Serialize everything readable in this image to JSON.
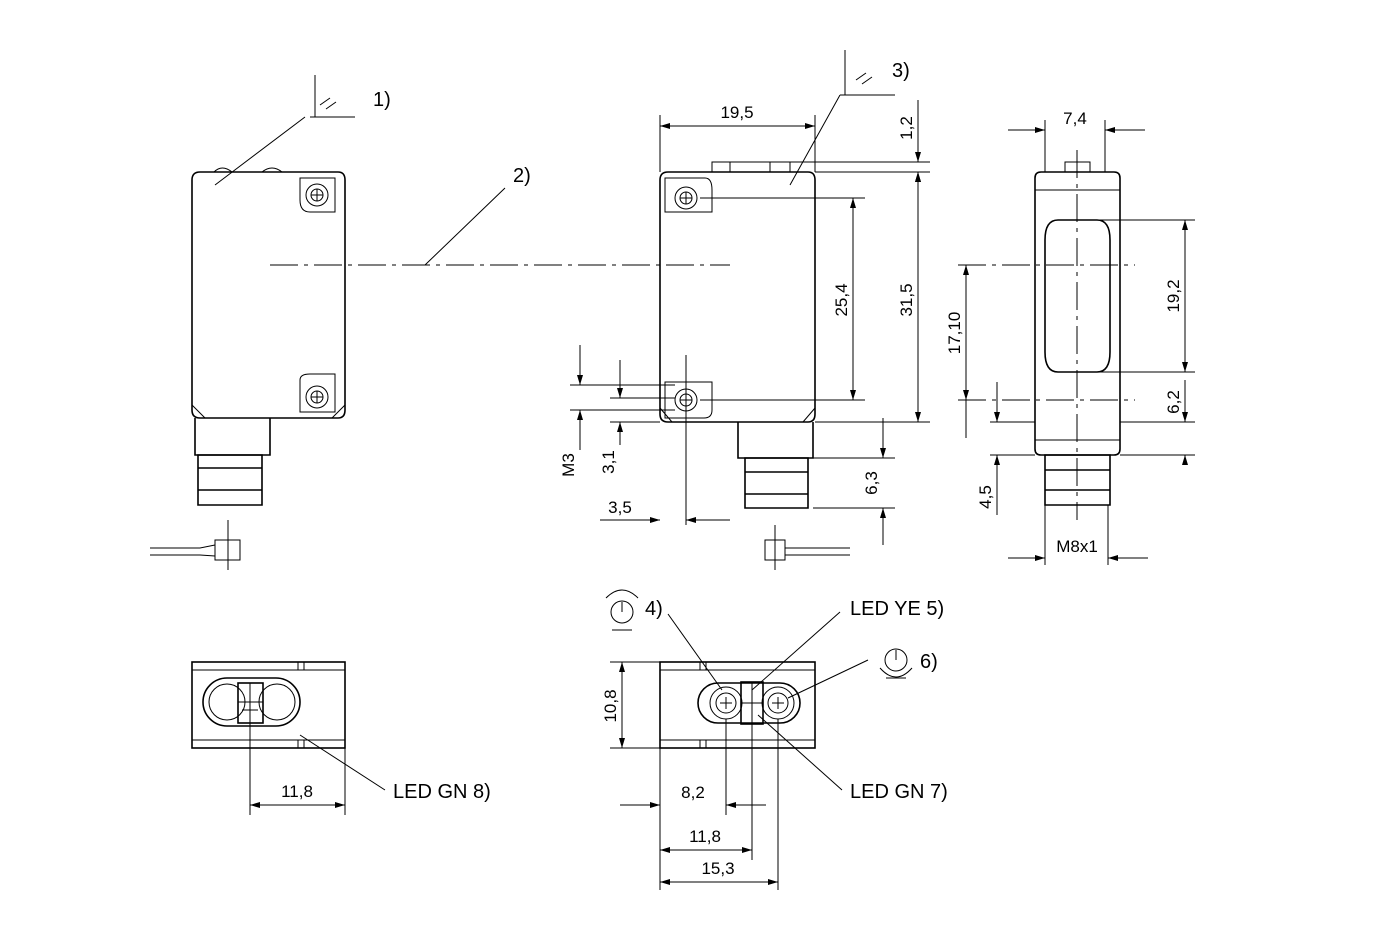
{
  "callouts": {
    "c1": "1)",
    "c2": "2)",
    "c3": "3)",
    "c4": "4)",
    "c5": "LED YE 5)",
    "c6": "6)",
    "c7": "LED GN 7)",
    "c8": "LED GN 8)"
  },
  "dimensions": {
    "w195": "19,5",
    "d12": "1,2",
    "w74": "7,4",
    "h254": "25,4",
    "h315": "31,5",
    "h1710": "17,10",
    "h192": "19,2",
    "h62": "6,2",
    "m3": "M3",
    "d31": "3,1",
    "d35": "3,5",
    "d63": "6,3",
    "d45": "4,5",
    "m8": "M8x1",
    "h108": "10,8",
    "w118a": "11,8",
    "w82": "8,2",
    "w118b": "11,8",
    "w153": "15,3"
  }
}
